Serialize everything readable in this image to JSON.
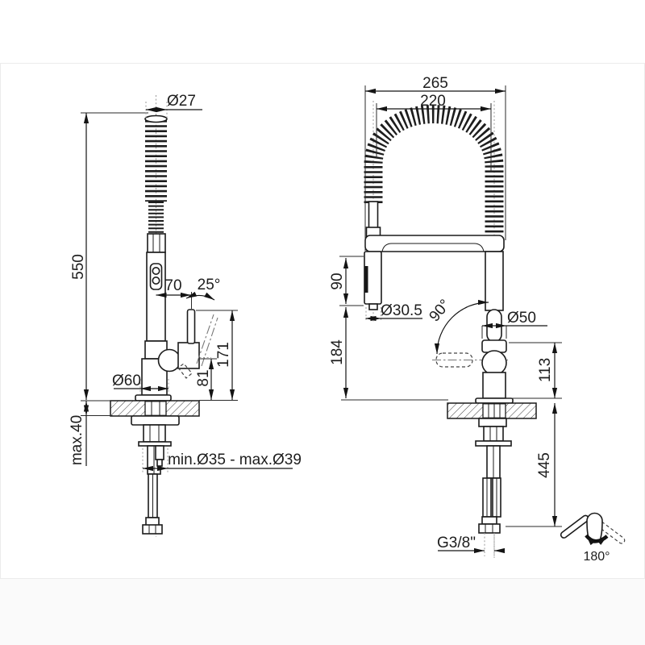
{
  "drawing": {
    "side_view": {
      "spout_diameter": "Ø27",
      "overall_height": "550",
      "handle_offset": "70",
      "handle_angle": "25°",
      "handle_top_height": "171",
      "handle_pivot_height": "81",
      "base_diameter": "Ø60",
      "counter_thickness": "max.40",
      "mounting_hole": "min.Ø35 - max.Ø39"
    },
    "front_view": {
      "overall_width": "265",
      "spring_width": "220",
      "spray_head_length": "90",
      "spray_head_diameter": "Ø30.5",
      "outlet_height": "184",
      "handle_swivel": "90°",
      "body_diameter": "Ø50",
      "handle_height": "113",
      "hose_length": "445",
      "supply_thread": "G3/8\""
    },
    "swivel_icon": {
      "rotation": "180°"
    }
  }
}
